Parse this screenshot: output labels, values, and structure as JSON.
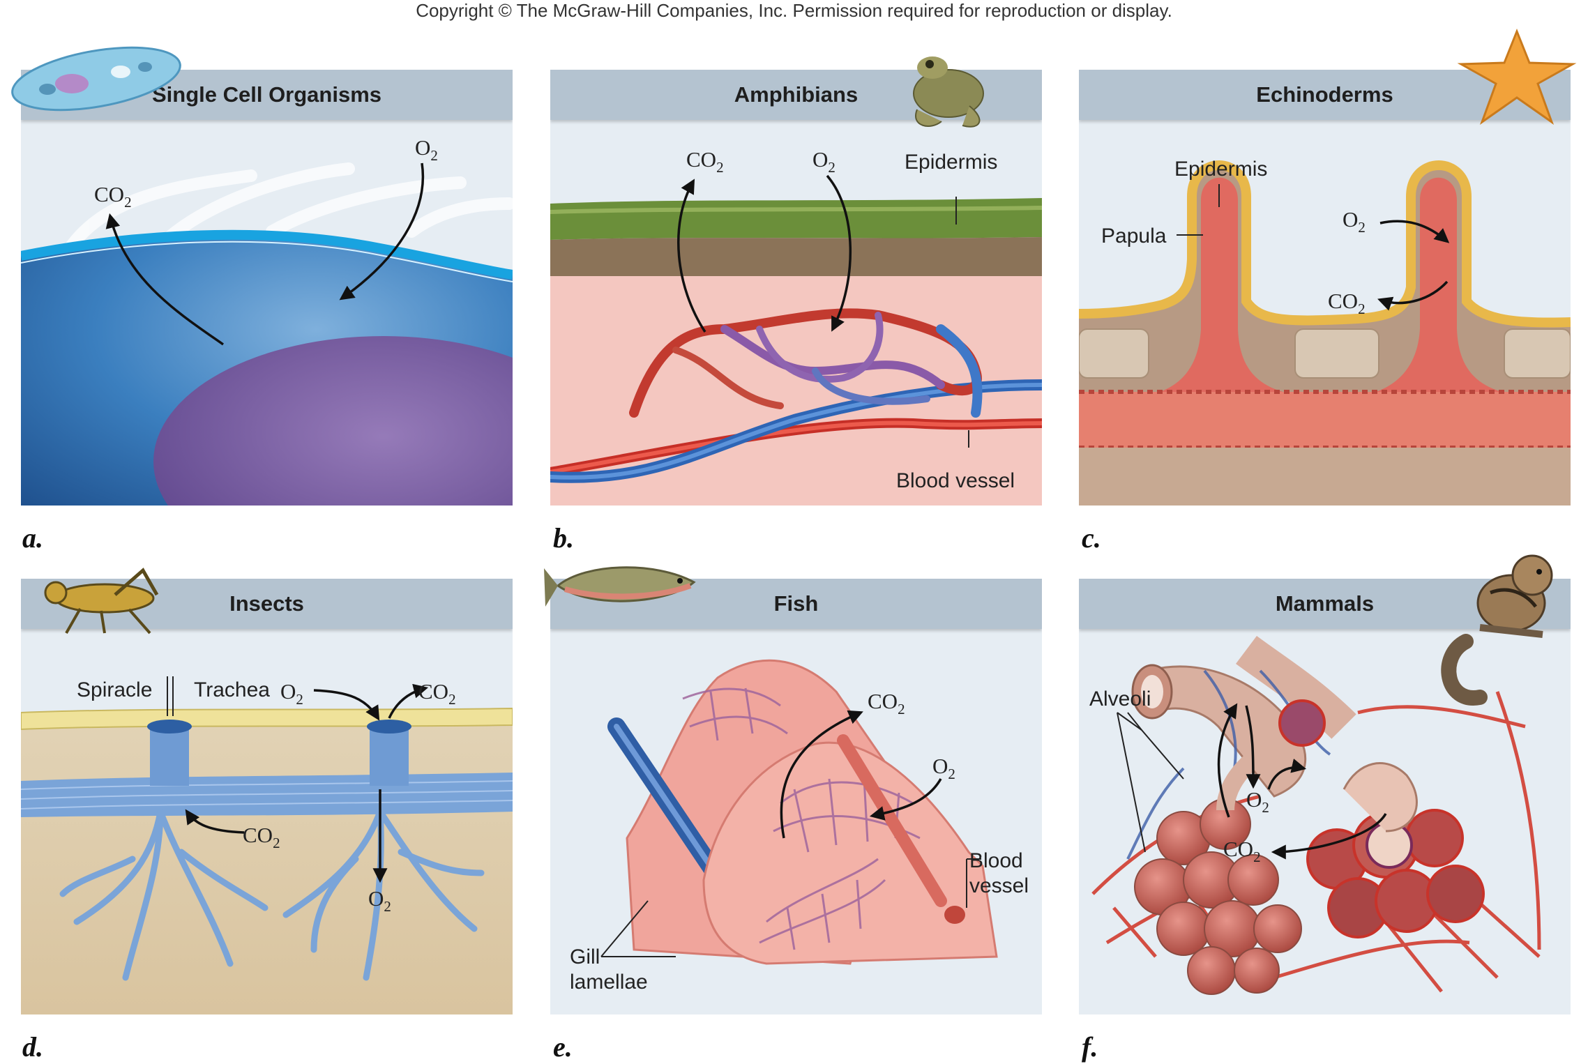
{
  "copyright": "Copyright © The McGraw-Hill Companies, Inc. Permission required for reproduction or display.",
  "panels": [
    {
      "letter": "a.",
      "title": "Single Cell Organisms",
      "labels": {
        "co2": "CO",
        "o2": "O",
        "sub": "2"
      }
    },
    {
      "letter": "b.",
      "title": "Amphibians",
      "labels": {
        "co2": "CO",
        "o2": "O",
        "sub": "2",
        "epidermis": "Epidermis",
        "blood_vessel": "Blood vessel"
      }
    },
    {
      "letter": "c.",
      "title": "Echinoderms",
      "labels": {
        "epidermis": "Epidermis",
        "papula": "Papula",
        "o2": "O",
        "co2": "CO",
        "sub": "2"
      }
    },
    {
      "letter": "d.",
      "title": "Insects",
      "labels": {
        "spiracle": "Spiracle",
        "trachea": "Trachea",
        "o2": "O",
        "co2": "CO",
        "sub": "2"
      }
    },
    {
      "letter": "e.",
      "title": "Fish",
      "labels": {
        "co2": "CO",
        "o2": "O",
        "sub": "2",
        "blood": "Blood",
        "vessel": "vessel",
        "gill": "Gill",
        "lamellae": "lamellae"
      }
    },
    {
      "letter": "f.",
      "title": "Mammals",
      "labels": {
        "alveoli": "Alveoli",
        "o2": "O",
        "co2": "CO",
        "sub": "2"
      }
    }
  ],
  "colors": {
    "header": "#b4c3d0",
    "cell_blue": "#2f78b8",
    "blood_red": "#d43a2f",
    "blood_blue": "#3f78c8",
    "tissue_pink": "#f4c7c0",
    "epidermis_green": "#6b8f3a"
  }
}
